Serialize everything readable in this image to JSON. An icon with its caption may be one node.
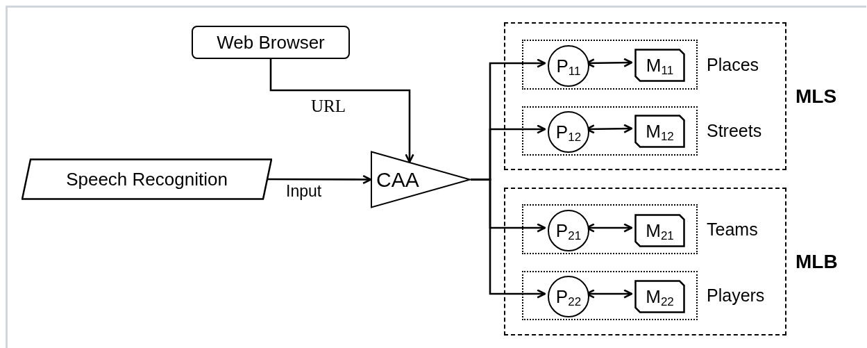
{
  "diagram": {
    "nodes": [
      {
        "text": [
          "Web Browser"
        ]
      },
      {
        "text": [
          "Speech Recognition"
        ]
      },
      {
        "text": [
          "CAA"
        ]
      },
      {
        "text": [
          "MLS"
        ]
      },
      {
        "text": [
          "Places"
        ],
        "in": 3
      },
      {
        "text": [
          "P$_{11}$"
        ],
        "in": 4
      },
      {
        "text": [
          "M$_{11}$"
        ],
        "in": 4
      },
      {
        "text": [
          "Streets"
        ],
        "in": 3
      },
      {
        "text": [
          "P$_{12}$"
        ],
        "in": 7
      },
      {
        "text": [
          "M$_{12}$"
        ],
        "in": 7
      },
      {
        "text": [
          "MLB"
        ]
      },
      {
        "text": [
          "Teams"
        ],
        "in": 10
      },
      {
        "text": [
          "P$_{21}$"
        ],
        "in": 11
      },
      {
        "text": [
          "M$_{21}$"
        ],
        "in": 11
      },
      {
        "text": [
          "Players"
        ],
        "in": 10
      },
      {
        "text": [
          "P$_{22}$"
        ],
        "in": 14
      },
      {
        "text": [
          "M$_{22}$"
        ],
        "in": 14
      }
    ],
    "edges": [
      {
        "from": 0,
        "to": 2,
        "arrow": "to",
        "label": "URL"
      },
      {
        "from": 1,
        "to": 2,
        "arrow": "to",
        "label": "Input"
      },
      {
        "from": 2,
        "to": 5,
        "arrow": "to"
      },
      {
        "from": 5,
        "to": 6,
        "arrow": "both"
      },
      {
        "from": 2,
        "to": 8,
        "arrow": "to"
      },
      {
        "from": 8,
        "to": 9,
        "arrow": "both"
      },
      {
        "from": 2,
        "to": 12,
        "arrow": "to"
      },
      {
        "from": 12,
        "to": 13,
        "arrow": "both"
      },
      {
        "from": 2,
        "to": 15,
        "arrow": "to"
      },
      {
        "from": 15,
        "to": 16,
        "arrow": "both"
      }
    ]
  }
}
